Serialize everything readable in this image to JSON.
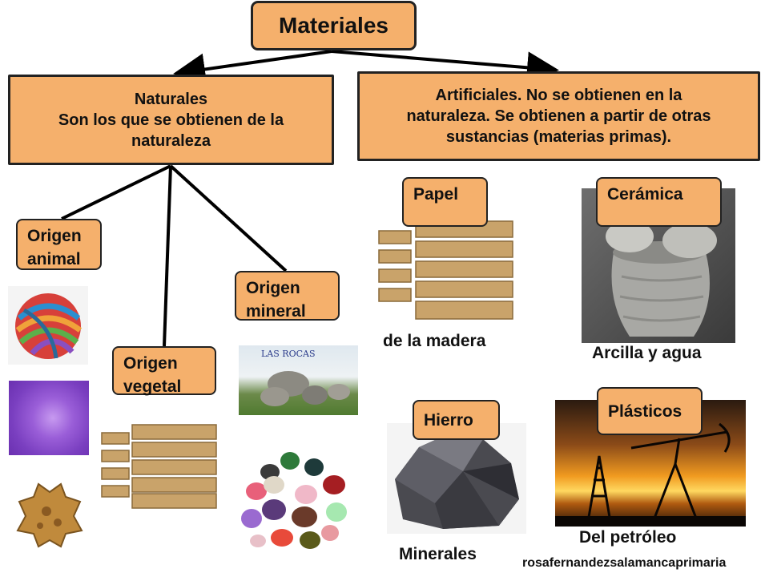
{
  "root": {
    "title": "Materiales"
  },
  "natural": {
    "text": "Naturales\nSon los que se obtienen de la\nnaturaleza"
  },
  "artificial": {
    "text": "Artificiales. No se obtienen en la\nnaturaleza. Se obtienen a partir de otras\nsustancias (materias primas)."
  },
  "origins": {
    "animal": "Origen\nanimal",
    "vegetal": "Origen\nvegetal",
    "mineral": "Origen\nmineral"
  },
  "materials": {
    "papel": {
      "label": "Papel",
      "source": "de la madera"
    },
    "ceramica": {
      "label": "Cerámica",
      "source": "Arcilla y agua"
    },
    "hierro": {
      "label": "Hierro",
      "source": "Minerales"
    },
    "plasticos": {
      "label": "Plásticos",
      "source": "Del petróleo"
    }
  },
  "images": {
    "rocks_label": "LAS ROCAS"
  },
  "credit": "rosafernandezsalamancaprimaria",
  "colors": {
    "box_fill": "#f5b06c",
    "outline": "#222222",
    "connector": "#000000"
  }
}
